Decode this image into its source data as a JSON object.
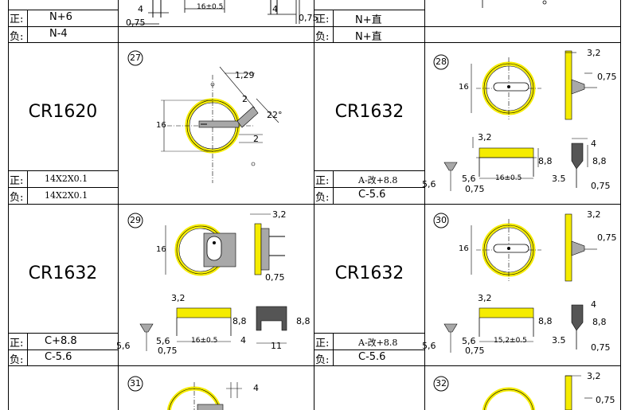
{
  "top_row": {
    "left": {
      "pos_label": "正:",
      "pos_value": "N+6",
      "neg_label": "负:",
      "neg_value": "N-4"
    },
    "right": {
      "pos_label": "正:",
      "pos_value": "N+直",
      "neg_label": "负:",
      "neg_value": "N+直"
    },
    "dims_left": {
      "d1": "4",
      "d2": "16±0.5",
      "d3": "0,75",
      "d4": "4",
      "d5": "0,75"
    }
  },
  "row1": {
    "left": {
      "model": "CR1620",
      "circle": "27",
      "pos_label": "正:",
      "pos_value": "14X2X0.1",
      "neg_label": "负:",
      "neg_value": "14X2X0.1",
      "dims": {
        "a": "1,29",
        "b": "16",
        "c": "2",
        "d": "22°",
        "e": "2"
      }
    },
    "right": {
      "model": "CR1632",
      "circle": "28",
      "pos_label": "正:",
      "pos_value": "A-改+8.8",
      "neg_label": "负:",
      "neg_value": "C-5.6",
      "dims": {
        "a": "3,2",
        "b": "0,75",
        "c": "16",
        "d": "3,2",
        "e": "8,8",
        "f": "4",
        "g": "8,8",
        "h": "5,6",
        "i": "16±0.5",
        "j": "0,75",
        "k": "3.5",
        "l": "0,75",
        "m": "5,6"
      }
    }
  },
  "row2": {
    "left": {
      "model": "CR1632",
      "circle": "29",
      "pos_label": "正:",
      "pos_value": "C+8.8",
      "neg_label": "负:",
      "neg_value": "C-5.6",
      "dims": {
        "a": "3,2",
        "b": "16",
        "c": "0,75",
        "d": "3,2",
        "e": "8,8",
        "f": "8,8",
        "g": "5,6",
        "h": "16±0.5",
        "i": "0,75",
        "j": "4",
        "k": "11",
        "l": "5,6"
      }
    },
    "right": {
      "model": "CR1632",
      "circle": "30",
      "pos_label": "正:",
      "pos_value": "A-改+8.8",
      "neg_label": "负:",
      "neg_value": "C-5.6",
      "dims": {
        "a": "3,2",
        "b": "0,75",
        "c": "16",
        "d": "3,2",
        "e": "8,8",
        "f": "4",
        "g": "8,8",
        "h": "5,6",
        "i": "15,2±0.5",
        "j": "0,75",
        "k": "3.5",
        "l": "0,75",
        "m": "5,6"
      }
    }
  },
  "row3": {
    "left": {
      "circle": "31",
      "dims": {
        "a": "4"
      }
    },
    "right": {
      "circle": "32",
      "dims": {
        "a": "3,2",
        "b": "0,75"
      }
    }
  },
  "colors": {
    "yellow": "#f5ec00",
    "gray": "#a8a8a8",
    "line": "#000000"
  }
}
